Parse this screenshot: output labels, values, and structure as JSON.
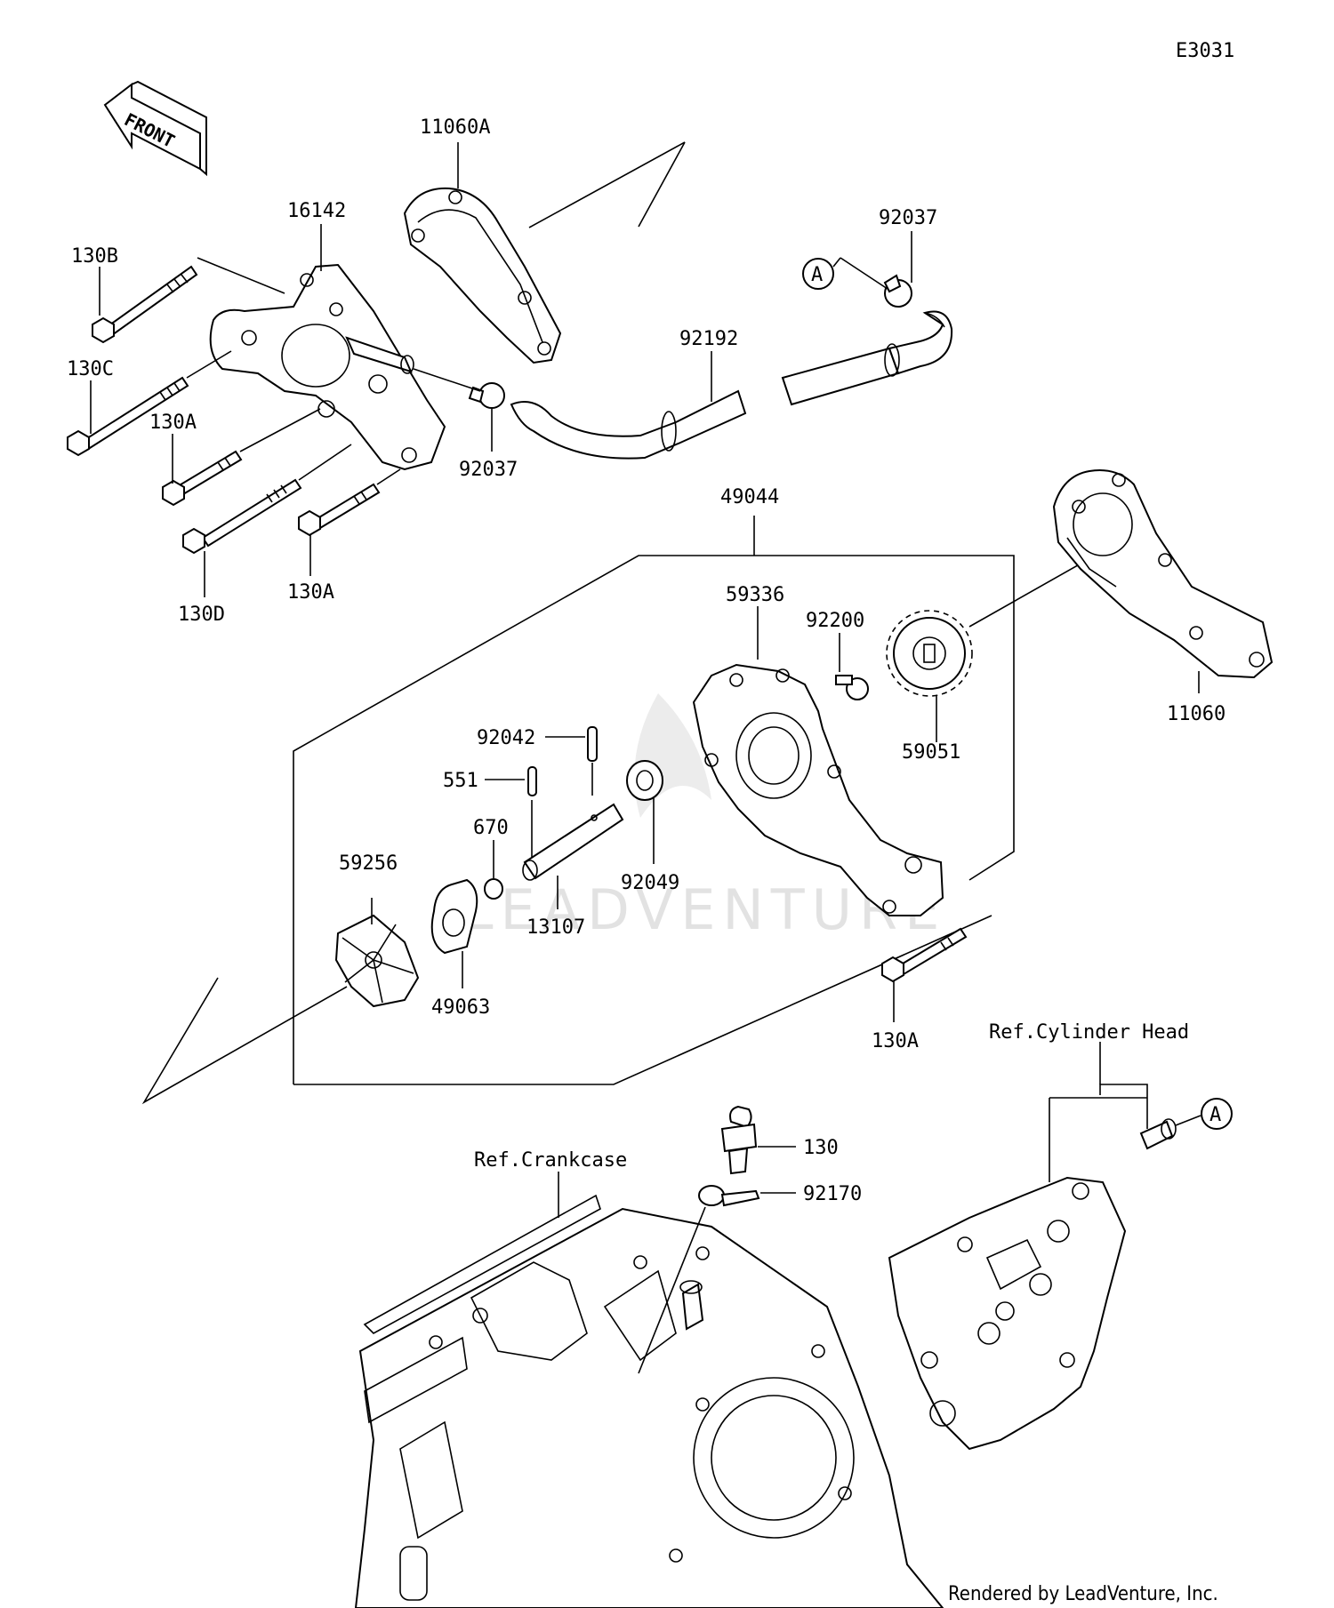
{
  "diagram_code": "E3031",
  "front_label": "FRONT",
  "watermark": "LEADVENTURE",
  "credit": "Rendered by LeadVenture, Inc.",
  "ref_labels": {
    "cylinder_head": "Ref.Cylinder Head",
    "crankcase": "Ref.Crankcase"
  },
  "callout": "A",
  "parts": {
    "p11060A": "11060A",
    "p16142": "16142",
    "p130B": "130B",
    "p130C": "130C",
    "p130A_1": "130A",
    "p130D": "130D",
    "p130A_2": "130A",
    "p92037_1": "92037",
    "p92037_2": "92037",
    "p92192": "92192",
    "p49044": "49044",
    "p59336": "59336",
    "p92200": "92200",
    "p59051": "59051",
    "p11060": "11060",
    "p92042": "92042",
    "p551": "551",
    "p670": "670",
    "p59256": "59256",
    "p92049": "92049",
    "p13107": "13107",
    "p49063": "49063",
    "p130A_3": "130A",
    "p130": "130",
    "p92170": "92170"
  }
}
